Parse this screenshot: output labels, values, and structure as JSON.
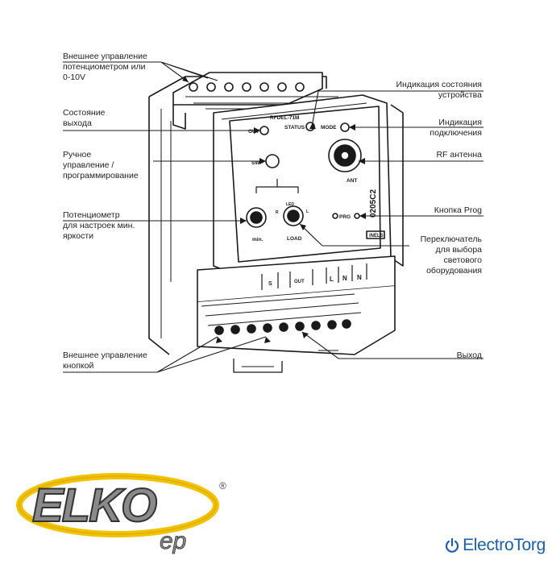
{
  "callouts_left": [
    {
      "id": "ext-pot",
      "lines": [
        "Внешнее управление",
        "потенциометром или",
        "0-10V"
      ]
    },
    {
      "id": "output-state",
      "lines": [
        "Состояние",
        "выхода"
      ]
    },
    {
      "id": "manual",
      "lines": [
        "Ручное",
        "управление /",
        "программирование"
      ]
    },
    {
      "id": "pot-min",
      "lines": [
        "Потенциометр",
        "для настроек мин.",
        "яркости"
      ]
    },
    {
      "id": "ext-button",
      "lines": [
        "Внешнее управление",
        "кнопкой"
      ]
    }
  ],
  "callouts_right": [
    {
      "id": "status-ind",
      "lines": [
        "Индикация состояния",
        "устройства"
      ]
    },
    {
      "id": "conn-ind",
      "lines": [
        "Индикация",
        "подключения"
      ]
    },
    {
      "id": "rf-antenna",
      "lines": [
        "RF антенна"
      ]
    },
    {
      "id": "prog-button",
      "lines": [
        "Кнопка Prog"
      ]
    },
    {
      "id": "load-switch",
      "lines": [
        "Переключатель",
        "для выбора",
        "светового",
        "оборудования"
      ]
    },
    {
      "id": "output",
      "lines": [
        "Выход"
      ]
    }
  ],
  "device": {
    "model": "RFDEL-71M",
    "led_out": "OUT",
    "led_status": "STATUS",
    "led_mode": "MODE",
    "btn_sw": "SW",
    "antenna": "ANT",
    "prog": "PRG",
    "pot_min": "min.",
    "load": "LOAD",
    "code": "0205C2",
    "brand_badge": "iNELS",
    "terminals": [
      "S",
      "OUT",
      "L",
      "N",
      "N"
    ],
    "dial_marks": [
      "LED",
      "R",
      "L"
    ]
  },
  "brand": {
    "logo_main": "ELKO",
    "logo_sub": "ep",
    "registered": "®",
    "shop": "ElectroTorg",
    "shop_color": "#1c5ea8",
    "logo_yellow": "#f2c200",
    "logo_gray": "#8a8a8a"
  }
}
